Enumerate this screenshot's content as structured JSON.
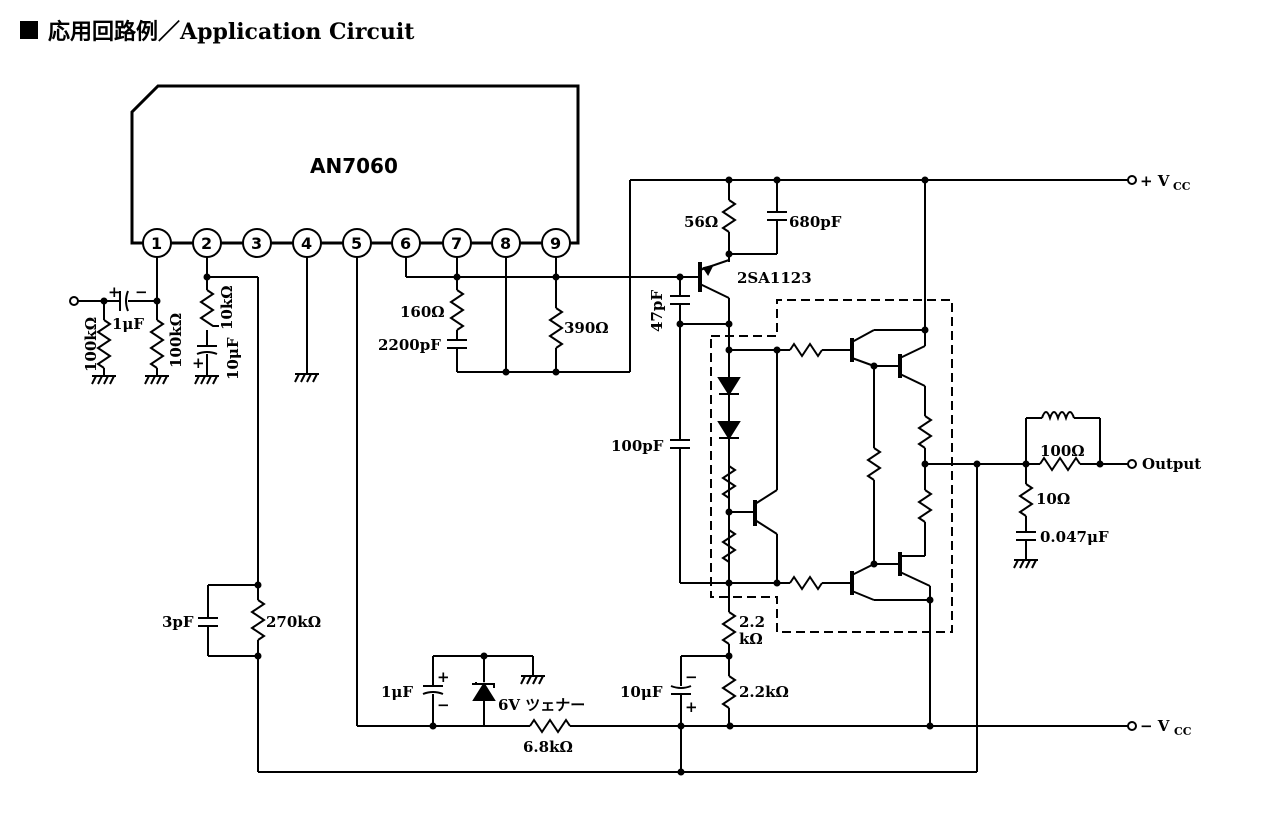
{
  "title": "応用回路例／Application Circuit",
  "ic": {
    "name": "AN7060",
    "pins": [
      "1",
      "2",
      "3",
      "4",
      "5",
      "6",
      "7",
      "8",
      "9"
    ]
  },
  "labels": {
    "vcc_pos": "+ V",
    "vcc_neg": "− V",
    "vcc_sub": "CC",
    "output": "Output",
    "transistor": "2SA1123",
    "r56": "56Ω",
    "c680": "680pF",
    "c47": "47pF",
    "r160": "160Ω",
    "c2200": "2200pF",
    "r390": "390Ω",
    "c100p": "100pF",
    "r100k_a": "100kΩ",
    "c1u_a": "1μF",
    "r100k_b": "100kΩ",
    "r10k": "10kΩ",
    "c10u_a": "10μF",
    "c3p": "3pF",
    "r270k": "270kΩ",
    "c1u_b": "1μF",
    "zener": "6V ツェナー",
    "r6_8k": "6.8kΩ",
    "c10u_b": "10μF",
    "r2_2k_a1": "2.2",
    "r2_2k_a2": "kΩ",
    "r2_2k_b": "2.2kΩ",
    "r100": "100Ω",
    "r10": "10Ω",
    "c047": "0.047μF",
    "plus": "+",
    "minus": "−"
  }
}
